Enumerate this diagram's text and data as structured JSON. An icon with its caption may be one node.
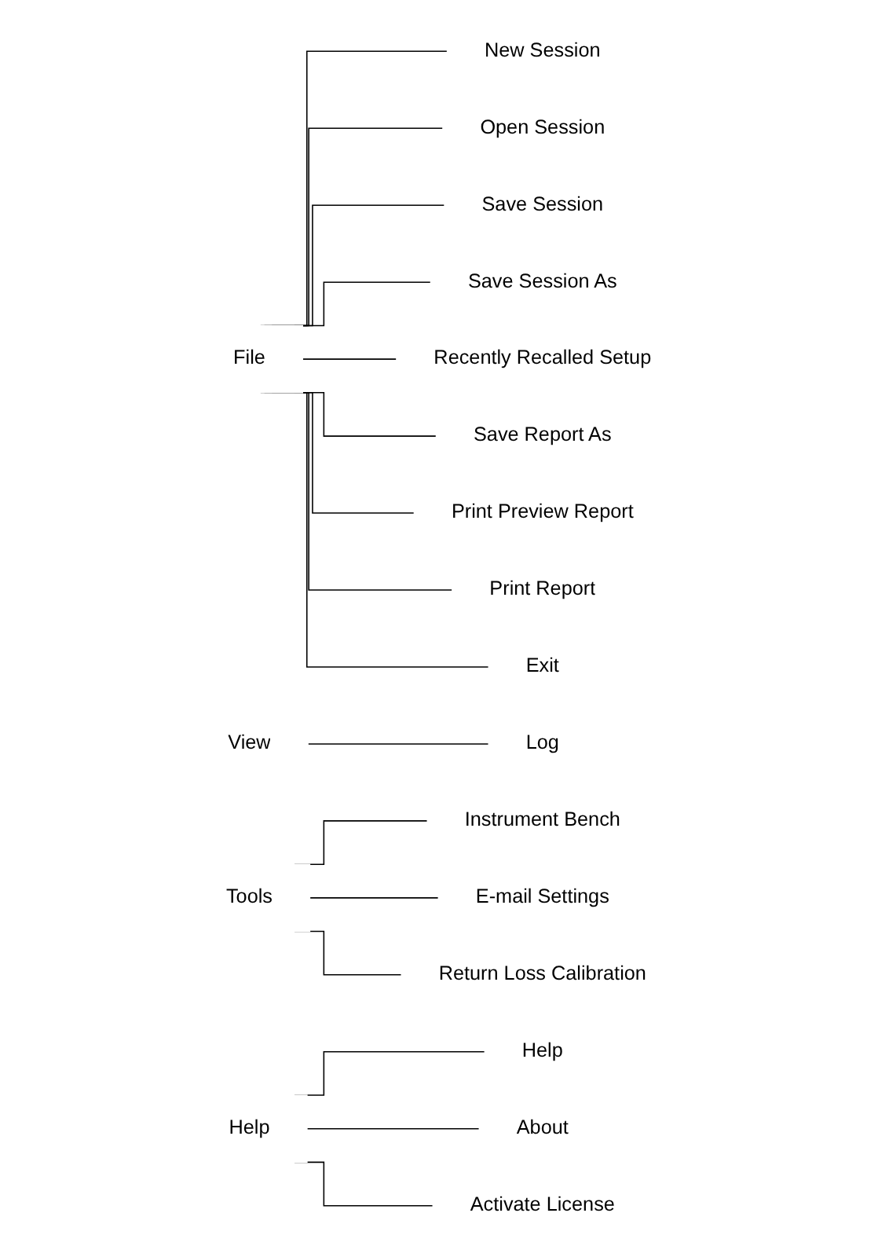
{
  "diagram": {
    "nodes": [
      {
        "text": [
          "File"
        ]
      },
      {
        "text": [
          "New Session"
        ]
      },
      {
        "text": [
          "Open Session"
        ]
      },
      {
        "text": [
          "Save Session"
        ]
      },
      {
        "text": [
          "Save Session As"
        ]
      },
      {
        "text": [
          "Recently Recalled Setup"
        ]
      },
      {
        "text": [
          "Save Report As"
        ]
      },
      {
        "text": [
          "Print Preview Report"
        ]
      },
      {
        "text": [
          "Print Report"
        ]
      },
      {
        "text": [
          "Exit"
        ]
      },
      {
        "text": [
          "View"
        ]
      },
      {
        "text": [
          "Log"
        ]
      },
      {
        "text": [
          "Tools"
        ]
      },
      {
        "text": [
          "Instrument Bench"
        ]
      },
      {
        "text": [
          "E-mail Settings"
        ]
      },
      {
        "text": [
          "Return Loss Calibration"
        ]
      },
      {
        "text": [
          "Help"
        ]
      },
      {
        "text": [
          "Help"
        ]
      },
      {
        "text": [
          "About"
        ]
      },
      {
        "text": [
          "Activate License"
        ]
      }
    ],
    "edges": [
      {
        "from": 0,
        "to": 1,
        "arrow": "none"
      },
      {
        "from": 0,
        "to": 2,
        "arrow": "none"
      },
      {
        "from": 0,
        "to": 3,
        "arrow": "none"
      },
      {
        "from": 0,
        "to": 4,
        "arrow": "none"
      },
      {
        "from": 0,
        "to": 5,
        "arrow": "none"
      },
      {
        "from": 0,
        "to": 6,
        "arrow": "none"
      },
      {
        "from": 0,
        "to": 7,
        "arrow": "none"
      },
      {
        "from": 0,
        "to": 8,
        "arrow": "none"
      },
      {
        "from": 0,
        "to": 9,
        "arrow": "none"
      },
      {
        "from": 10,
        "to": 11,
        "arrow": "none"
      },
      {
        "from": 12,
        "to": 13,
        "arrow": "none"
      },
      {
        "from": 12,
        "to": 14,
        "arrow": "none"
      },
      {
        "from": 12,
        "to": 15,
        "arrow": "none"
      },
      {
        "from": 16,
        "to": 17,
        "arrow": "none"
      },
      {
        "from": 16,
        "to": 18,
        "arrow": "none"
      },
      {
        "from": 16,
        "to": 19,
        "arrow": "none"
      }
    ]
  }
}
